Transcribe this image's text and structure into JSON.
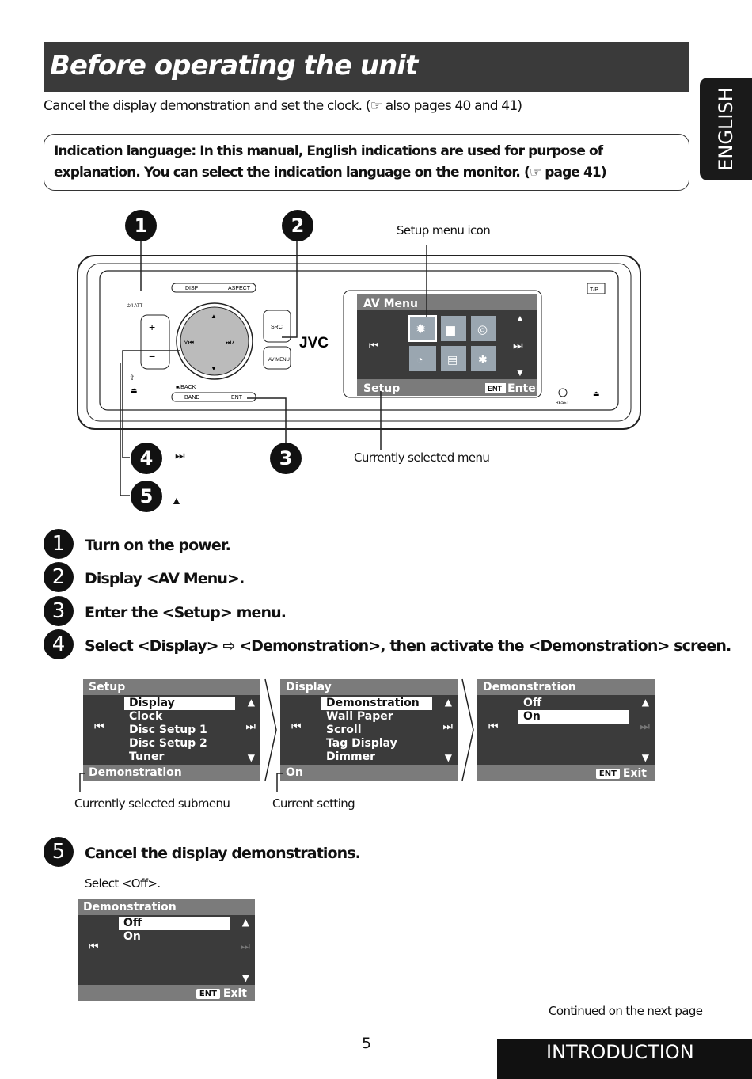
{
  "title": "Before operating the unit",
  "side_tab": "ENGLISH",
  "intro": "Cancel the display demonstration and set the clock. (☞ also pages 40 and 41)",
  "note": "Indication language: In this manual, English indications are used for purpose of explanation. You can select the indication language on the monitor. (☞ page 41)",
  "diagram": {
    "callout_setup_icon": "Setup menu icon",
    "callout_current_menu": "Currently selected menu",
    "brand": "JVC",
    "labels": {
      "disp": "DISP",
      "aspect": "ASPECT",
      "src": "SRC",
      "av_menu": "AV MENU",
      "back": "■/BACK",
      "band": "BAND",
      "ent": "ENT",
      "tp": "T/P",
      "reset": "RESET",
      "att": "⏻/I ATT"
    },
    "screen": {
      "title": "AV Menu",
      "footer": "Setup",
      "enter": "Enter",
      "ent": "ENT"
    },
    "markers": [
      "1",
      "2",
      "3",
      "4",
      "5"
    ],
    "marker_4_symbol": "⏭",
    "marker_5_symbol": "▲"
  },
  "steps": [
    {
      "num": "1",
      "text": "Turn on the power."
    },
    {
      "num": "2",
      "text": "Display <AV Menu>."
    },
    {
      "num": "3",
      "text": "Enter the <Setup> menu."
    },
    {
      "num": "4",
      "text": "Select <Display> ⇨ <Demonstration>, then activate the <Demonstration> screen."
    },
    {
      "num": "5",
      "text": "Cancel the display demonstrations."
    }
  ],
  "screens": [
    {
      "header": "Setup",
      "items": [
        "Display",
        "Clock",
        "Disc Setup 1",
        "Disc Setup 2",
        "Tuner"
      ],
      "selected": 0,
      "footer": "Demonstration"
    },
    {
      "header": "Display",
      "items": [
        "Demonstration",
        "Wall Paper",
        "Scroll",
        "Tag Display",
        "Dimmer"
      ],
      "selected": 0,
      "footer": "On"
    },
    {
      "header": "Demonstration",
      "items": [
        "Off",
        "On"
      ],
      "selected": 1,
      "footer": "",
      "exit": "Exit",
      "ent": "ENT"
    }
  ],
  "sub_labels": {
    "submenu": "Currently selected submenu",
    "setting": "Current setting"
  },
  "step5_select": "Select <Off>.",
  "final_screen": {
    "header": "Demonstration",
    "items": [
      "Off",
      "On"
    ],
    "selected": 0,
    "exit": "Exit",
    "ent": "ENT"
  },
  "continued": "Continued on the next page",
  "page_number": "5",
  "section": "INTRODUCTION"
}
